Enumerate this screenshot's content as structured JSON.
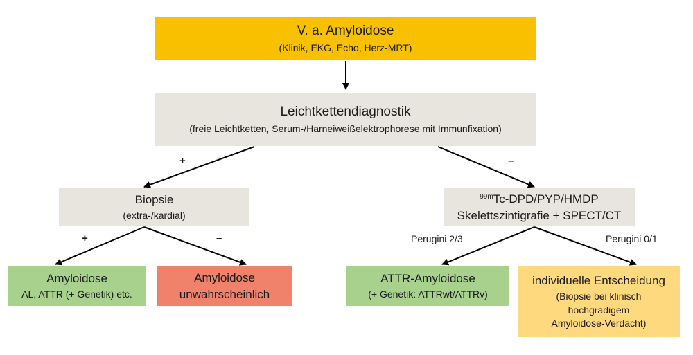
{
  "colors": {
    "top": "#F9C000",
    "grey": "#E8E4DE",
    "green": "#A9D18E",
    "red": "#F0826B",
    "yellow": "#FFD97D"
  },
  "nodes": {
    "top": {
      "title": "V. a. Amyloidose",
      "sub": "(Klinik, EKG, Echo, Herz-MRT)"
    },
    "light_chain": {
      "title": "Leichtkettendiagnostik",
      "sub": "(freie Leichtketten, Serum-/Harneiweißelektrophorese mit Immunfixation)"
    },
    "biopsy": {
      "title": "Biopsie",
      "sub": "(extra-/kardial)"
    },
    "scinti": {
      "sup": "99m",
      "title_rest": "Tc-DPD/PYP/HMDP",
      "line2": "Skelettszintigrafie + SPECT/CT"
    },
    "amyloidose": {
      "title": "Amyloidose",
      "sub": "AL, ATTR (+ Genetik) etc."
    },
    "unlikely": {
      "line1": "Amyloidose",
      "line2": "unwahrscheinlich"
    },
    "attr": {
      "title": "ATTR-Amyloidose",
      "sub": "(+ Genetik: ATTRwt/ATTRv)"
    },
    "individual": {
      "title": "individuelle Entscheidung",
      "sub1": "(Biopsie bei klinisch",
      "sub2": "hochgradigem",
      "sub3": "Amyloidose-Verdacht)"
    }
  },
  "edge_labels": {
    "lc_plus": "+",
    "lc_minus": "–",
    "bx_plus": "+",
    "bx_minus": "–",
    "perugini_23": "Perugini 2/3",
    "perugini_01": "Perugini 0/1"
  }
}
